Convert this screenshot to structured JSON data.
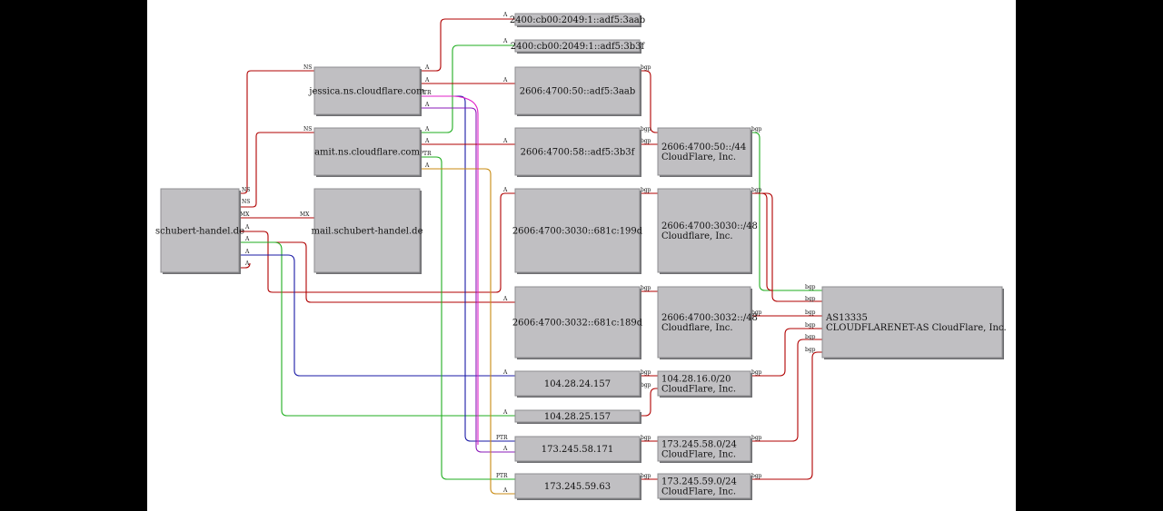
{
  "colors": {
    "red": "#b00000",
    "green": "#1fae1f",
    "blue": "#1a1aa6",
    "purple": "#8a18b8",
    "magenta": "#e020c8",
    "orange": "#c88a10",
    "node_fill": "#c0bfc2"
  },
  "nodes": {
    "domain": {
      "lines": [
        "schubert-handel.de"
      ]
    },
    "ns1": {
      "lines": [
        "jessica.ns.cloudflare.com"
      ]
    },
    "ns2": {
      "lines": [
        "amit.ns.cloudflare.com"
      ]
    },
    "mx": {
      "lines": [
        "mail.schubert-handel.de"
      ]
    },
    "v6a": {
      "lines": [
        "2400:cb00:2049:1::adf5:3aab"
      ]
    },
    "v6b": {
      "lines": [
        "2400:cb00:2049:1::adf5:3b3f"
      ]
    },
    "v6c": {
      "lines": [
        "2606:4700:50::adf5:3aab"
      ]
    },
    "v6d": {
      "lines": [
        "2606:4700:58::adf5:3b3f"
      ]
    },
    "v6e": {
      "lines": [
        "2606:4700:3030::681c:199d"
      ]
    },
    "v6f": {
      "lines": [
        "2606:4700:3032::681c:189d"
      ]
    },
    "v4a": {
      "lines": [
        "104.28.24.157"
      ]
    },
    "v4b": {
      "lines": [
        "104.28.25.157"
      ]
    },
    "v4c": {
      "lines": [
        "173.245.58.171"
      ]
    },
    "v4d": {
      "lines": [
        "173.245.59.63"
      ]
    },
    "p6a": {
      "lines": [
        "2606:4700:50::/44",
        "CloudFlare, Inc."
      ]
    },
    "p6b": {
      "lines": [
        "2606:4700:3030::/48",
        "Cloudflare, Inc."
      ]
    },
    "p6c": {
      "lines": [
        "2606:4700:3032::/48",
        "Cloudflare, Inc."
      ]
    },
    "p4a": {
      "lines": [
        "104.28.16.0/20",
        "CloudFlare, Inc."
      ]
    },
    "p4b": {
      "lines": [
        "173.245.58.0/24",
        "CloudFlare, Inc."
      ]
    },
    "p4c": {
      "lines": [
        "173.245.59.0/24",
        "CloudFlare, Inc."
      ]
    },
    "as": {
      "lines": [
        "AS13335",
        "CLOUDFLARENET-AS CloudFlare, Inc."
      ]
    }
  },
  "edge_labels": {
    "ns": "NS",
    "mx": "MX",
    "a": "A",
    "ptr": "PTR",
    "bgp": "bgp"
  }
}
